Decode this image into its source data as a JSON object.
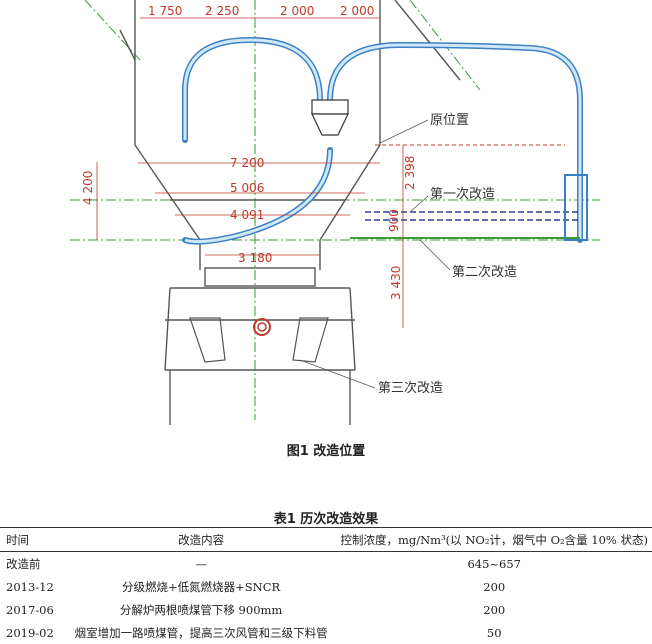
{
  "figure": {
    "dimensions_top": [
      "1 750",
      "2 250",
      "2 000",
      "2 000"
    ],
    "dimensions_mid": [
      "7 200",
      "5 006",
      "4 091",
      "3 180"
    ],
    "dimension_left": "4 200",
    "dimensions_vertical_right": [
      "2 398",
      "900",
      "3 430"
    ],
    "labels": {
      "original": "原位置",
      "first": "第一次改造",
      "second": "第二次改造",
      "third": "第三次改造"
    }
  },
  "figure_caption": "图1  改造位置",
  "table": {
    "caption": "表1  历次改造效果",
    "headers": [
      "时间",
      "改造内容",
      "控制浓度，mg/Nm³(以 NO₂计，烟气中 O₂含量 10% 状态)"
    ],
    "rows": [
      [
        "改造前",
        "—",
        "645~657"
      ],
      [
        "2013-12",
        "分级燃烧+低氮燃烧器+SNCR",
        "200"
      ],
      [
        "2017-06",
        "分解炉两根喷煤管下移 900mm",
        "200"
      ],
      [
        "2019-02",
        "烟室增加一路喷煤管，提高三次风管和三级下料管",
        "50"
      ]
    ]
  }
}
